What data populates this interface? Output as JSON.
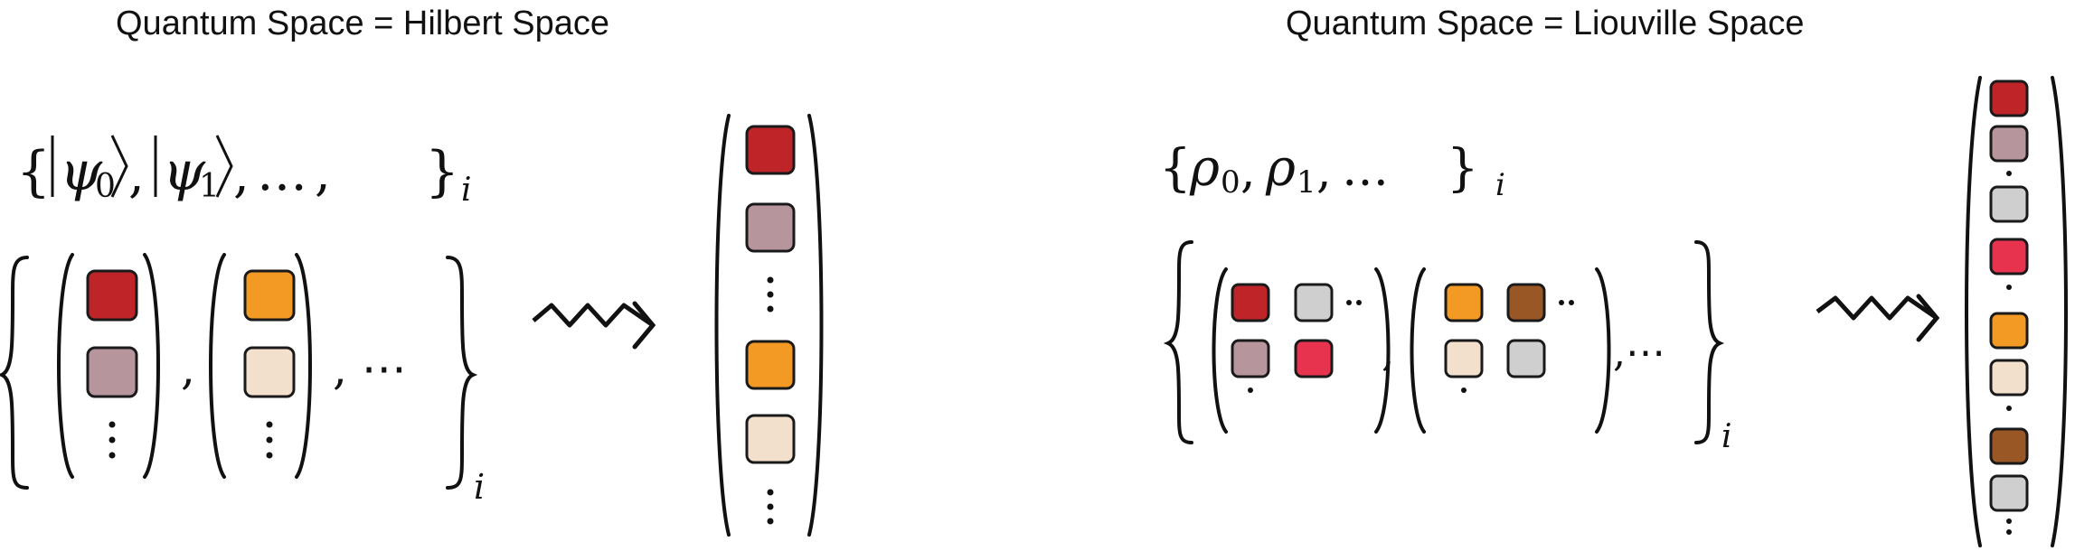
{
  "left_panel": {
    "title": "Quantum Space = Hilbert Space",
    "set_expression": {
      "open_brace": "{",
      "ket0_psi": "ψ",
      "ket0_sub": "0",
      "ket1_psi": "ψ",
      "ket1_sub": "1",
      "ellipsis": "…",
      "close_brace": "}",
      "index": "i"
    },
    "separator": ",",
    "trailing": ", ⋯",
    "index": "i"
  },
  "right_panel": {
    "title": "Quantum Space = Liouville Space",
    "set_expression": {
      "rho0": "ρ",
      "rho0_sub": "0",
      "rho1": "ρ",
      "rho1_sub": "1",
      "ellipsis": "…",
      "index": "i"
    },
    "separator": ",",
    "trailing": ",⋯",
    "index": "i"
  },
  "colors": {
    "dark_red": "#bf2429",
    "mauve": "#b7959c",
    "orange": "#f29a23",
    "peach": "#f2e0cd",
    "gray": "#cfcfcf",
    "crimson": "#e8334f",
    "brown": "#9a5726"
  }
}
